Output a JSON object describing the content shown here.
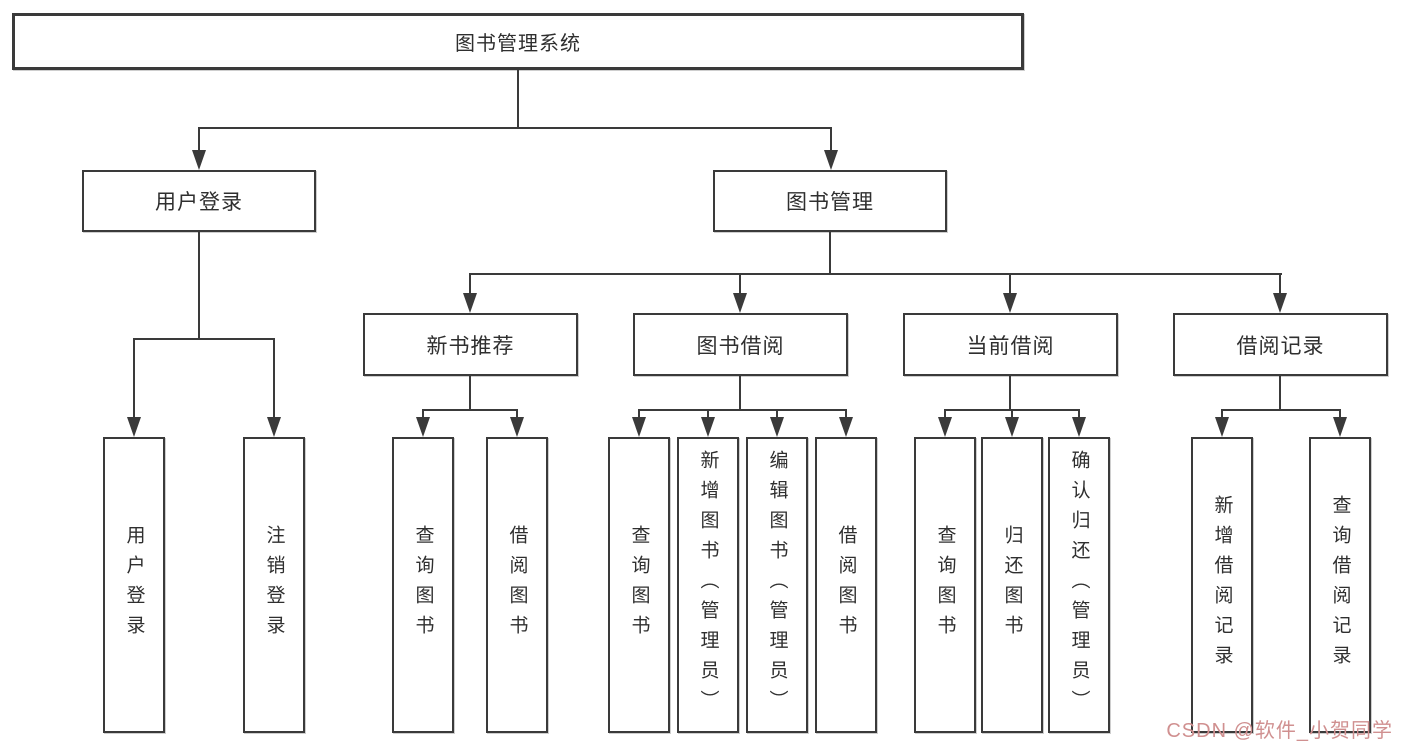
{
  "diagram": {
    "watermark": "CSDN @软件_小贺同学",
    "colors": {
      "line": "#3a3a3a",
      "text": "#2f2f2f",
      "watermark": "#d09090",
      "background": "#ffffff"
    },
    "tree": {
      "label": "图书管理系统",
      "children": [
        {
          "label": "用户登录",
          "children": [
            {
              "label": "用户登录"
            },
            {
              "label": "注销登录"
            }
          ]
        },
        {
          "label": "图书管理",
          "children": [
            {
              "label": "新书推荐",
              "children": [
                {
                  "label": "查询图书"
                },
                {
                  "label": "借阅图书"
                }
              ]
            },
            {
              "label": "图书借阅",
              "children": [
                {
                  "label": "查询图书"
                },
                {
                  "label": "新增图书（管理员）"
                },
                {
                  "label": "编辑图书（管理员）"
                },
                {
                  "label": "借阅图书"
                }
              ]
            },
            {
              "label": "当前借阅",
              "children": [
                {
                  "label": "查询图书"
                },
                {
                  "label": "归还图书"
                },
                {
                  "label": "确认归还（管理员）"
                }
              ]
            },
            {
              "label": "借阅记录",
              "children": [
                {
                  "label": "新增借阅记录"
                },
                {
                  "label": "查询借阅记录"
                }
              ]
            }
          ]
        }
      ]
    }
  }
}
